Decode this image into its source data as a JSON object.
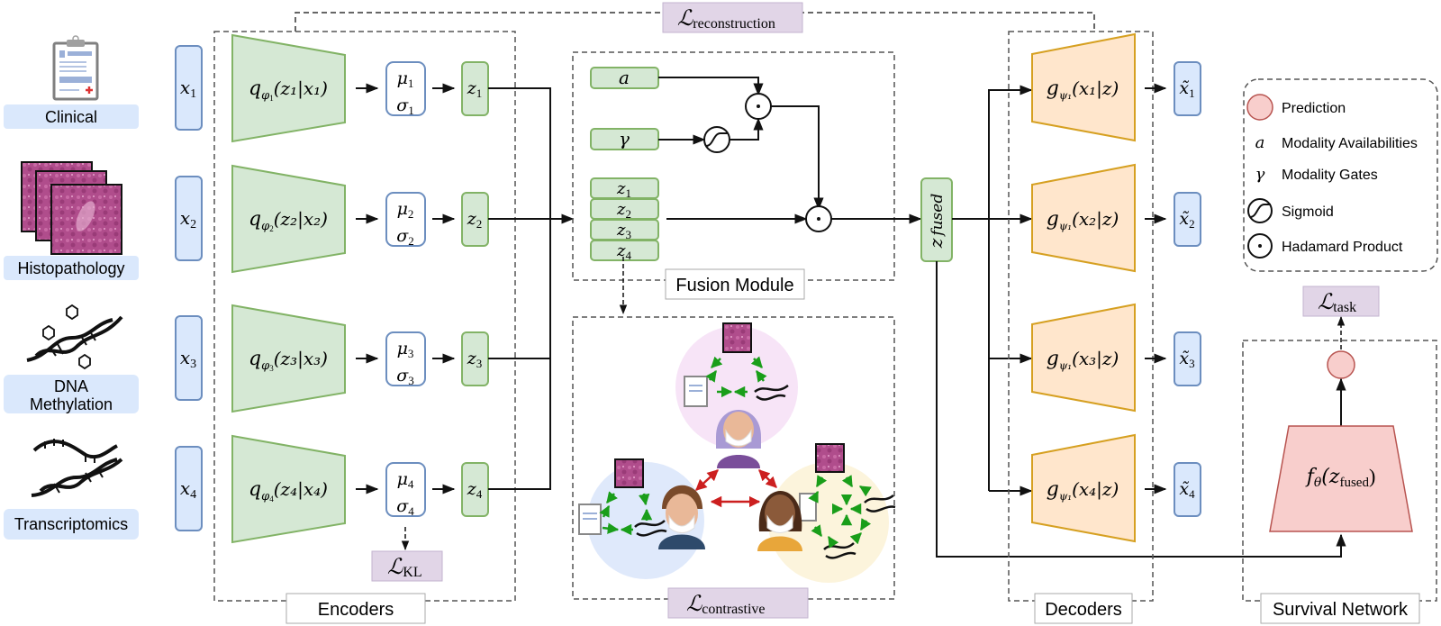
{
  "colors": {
    "input_fill": "#dae8fc",
    "input_stroke": "#6c8ebf",
    "encoder_fill": "#d5e8d4",
    "encoder_stroke": "#82b366",
    "decoder_fill": "#ffe6cc",
    "decoder_stroke": "#d6a021",
    "survival_fill": "#f8cecc",
    "survival_stroke": "#b85450",
    "loss_fill": "#e1d5e7",
    "loss_stroke": "#c3b3cf",
    "modality_label_fill": "#dae8fc",
    "green_arrow": "#1a9e1a",
    "red_arrow": "#cc1f1f"
  },
  "modalities": [
    {
      "label": "Clinical",
      "icon": "clipboard-icon"
    },
    {
      "label": "Histopathology",
      "icon": "histology-slides-icon"
    },
    {
      "label": "DNA Methylation",
      "label_line1": "DNA",
      "label_line2": "Methylation",
      "icon": "methylated-dna-icon"
    },
    {
      "label": "Transcriptomics",
      "icon": "rna-dna-icon"
    }
  ],
  "inputs": [
    {
      "var": "x",
      "sub": "1"
    },
    {
      "var": "x",
      "sub": "2"
    },
    {
      "var": "x",
      "sub": "3"
    },
    {
      "var": "x",
      "sub": "4"
    }
  ],
  "encoders": {
    "section_label": "Encoders",
    "items": [
      {
        "q": "q",
        "phi": "φ",
        "idx": "1",
        "expr": "(z₁|x₁)",
        "mu": "μ",
        "sigma": "σ",
        "z": "z"
      },
      {
        "q": "q",
        "phi": "φ",
        "idx": "2",
        "expr": "(z₂|x₂)",
        "mu": "μ",
        "sigma": "σ",
        "z": "z"
      },
      {
        "q": "q",
        "phi": "φ",
        "idx": "3",
        "expr": "(z₃|x₃)",
        "mu": "μ",
        "sigma": "σ",
        "z": "z"
      },
      {
        "q": "q",
        "phi": "φ",
        "idx": "4",
        "expr": "(z₄|x₄)",
        "mu": "μ",
        "sigma": "σ",
        "z": "z"
      }
    ]
  },
  "losses": {
    "kl": {
      "symbol": "ℒ",
      "sub": "KL"
    },
    "reconstruction": {
      "symbol": "ℒ",
      "sub": "reconstruction"
    },
    "contrastive": {
      "symbol": "ℒ",
      "sub": "contrastive"
    },
    "task": {
      "symbol": "ℒ",
      "sub": "task"
    }
  },
  "fusion": {
    "section_label": "Fusion Module",
    "a_label": "a",
    "gamma_label": "γ",
    "stack": [
      "1",
      "2",
      "3",
      "4"
    ],
    "stack_var": "z",
    "hadamard_glyph": "⊙"
  },
  "fused": {
    "var": "z",
    "sub": "fused"
  },
  "decoders": {
    "section_label": "Decoders",
    "items": [
      {
        "g": "g",
        "psi": "ψ₁",
        "expr": "(x₁|z)",
        "out_sub": "1"
      },
      {
        "g": "g",
        "psi": "ψ₁",
        "expr": "(x₂|z)",
        "out_sub": "2"
      },
      {
        "g": "g",
        "psi": "ψ₁",
        "expr": "(x₃|z)",
        "out_sub": "3"
      },
      {
        "g": "g",
        "psi": "ψ₁",
        "expr": "(x₄|z)",
        "out_sub": "4"
      }
    ],
    "out_var": "x̃"
  },
  "survival": {
    "section_label": "Survival Network",
    "f": "f",
    "theta": "θ",
    "arg_open": "(z",
    "arg_sub": "fused",
    "arg_close": ")"
  },
  "legend": {
    "items": [
      {
        "symbol": "prediction-circle",
        "label": "Prediction"
      },
      {
        "symbol": "a",
        "label": "Modality Availabilities"
      },
      {
        "symbol": "γ",
        "label": "Modality Gates"
      },
      {
        "symbol": "sigmoid",
        "label": "Sigmoid"
      },
      {
        "symbol": "hadamard",
        "label": "Hadamard Product"
      }
    ]
  },
  "contrastive_panel": {
    "patients": [
      "patient-purple-hair",
      "patient-brown-hair",
      "patient-dark-hair"
    ]
  }
}
